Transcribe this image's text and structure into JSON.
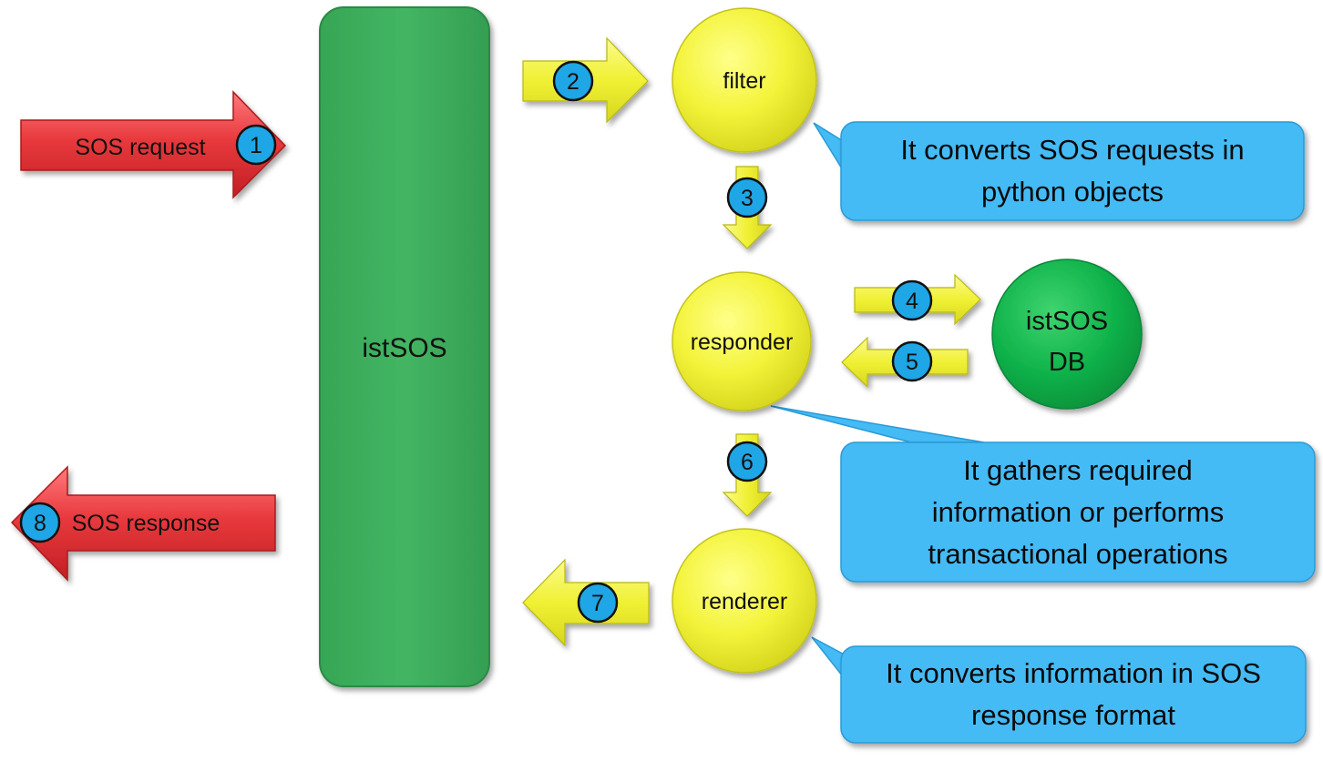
{
  "main_block": {
    "label": "istSOS",
    "color": "#3daf5f"
  },
  "modules": {
    "filter": "filter",
    "responder": "responder",
    "renderer": "renderer",
    "color": "#f3f33a"
  },
  "database": {
    "line1": "istSOS",
    "line2": "DB",
    "color": "#0fb24a"
  },
  "request": {
    "label": "SOS request",
    "step": "1",
    "color": "#e8393d"
  },
  "response": {
    "label": "SOS response",
    "step": "8",
    "color": "#e8393d"
  },
  "steps": {
    "s2": "2",
    "s3": "3",
    "s4": "4",
    "s5": "5",
    "s6": "6",
    "s7": "7"
  },
  "callouts": {
    "filter": {
      "line1": "It converts SOS requests in",
      "line2": "python objects"
    },
    "responder": {
      "line1": "It gathers required",
      "line2": "information or performs",
      "line3": "transactional operations"
    },
    "renderer": {
      "line1": "It converts information in SOS",
      "line2": "response format"
    }
  },
  "colors": {
    "callout": "#44bbf5",
    "step_badge": "#1ea6e6",
    "arrow_yellow": "#f2f23a"
  }
}
